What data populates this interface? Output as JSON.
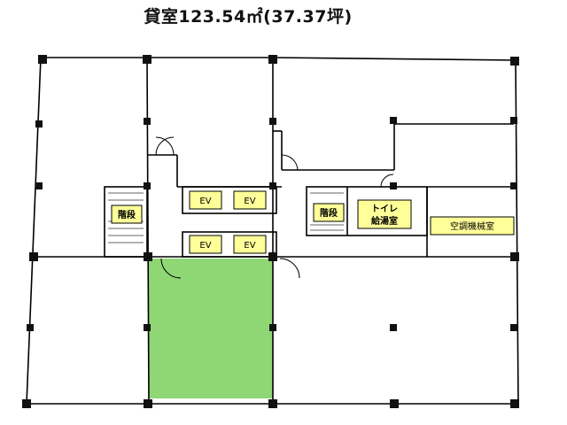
{
  "title": "貸室123.54㎡(37.37坪)",
  "colors": {
    "wall": "#000000",
    "label_fill": "#ffff99",
    "leased_area": "#8fd775",
    "stair_fill": "#e8e8e8"
  },
  "labels": {
    "stairs_left": "階段",
    "stairs_right": "階段",
    "toilet": "トイレ",
    "kitchen": "給湯室",
    "machine_room": "空調機械室",
    "elevator": "EV"
  }
}
